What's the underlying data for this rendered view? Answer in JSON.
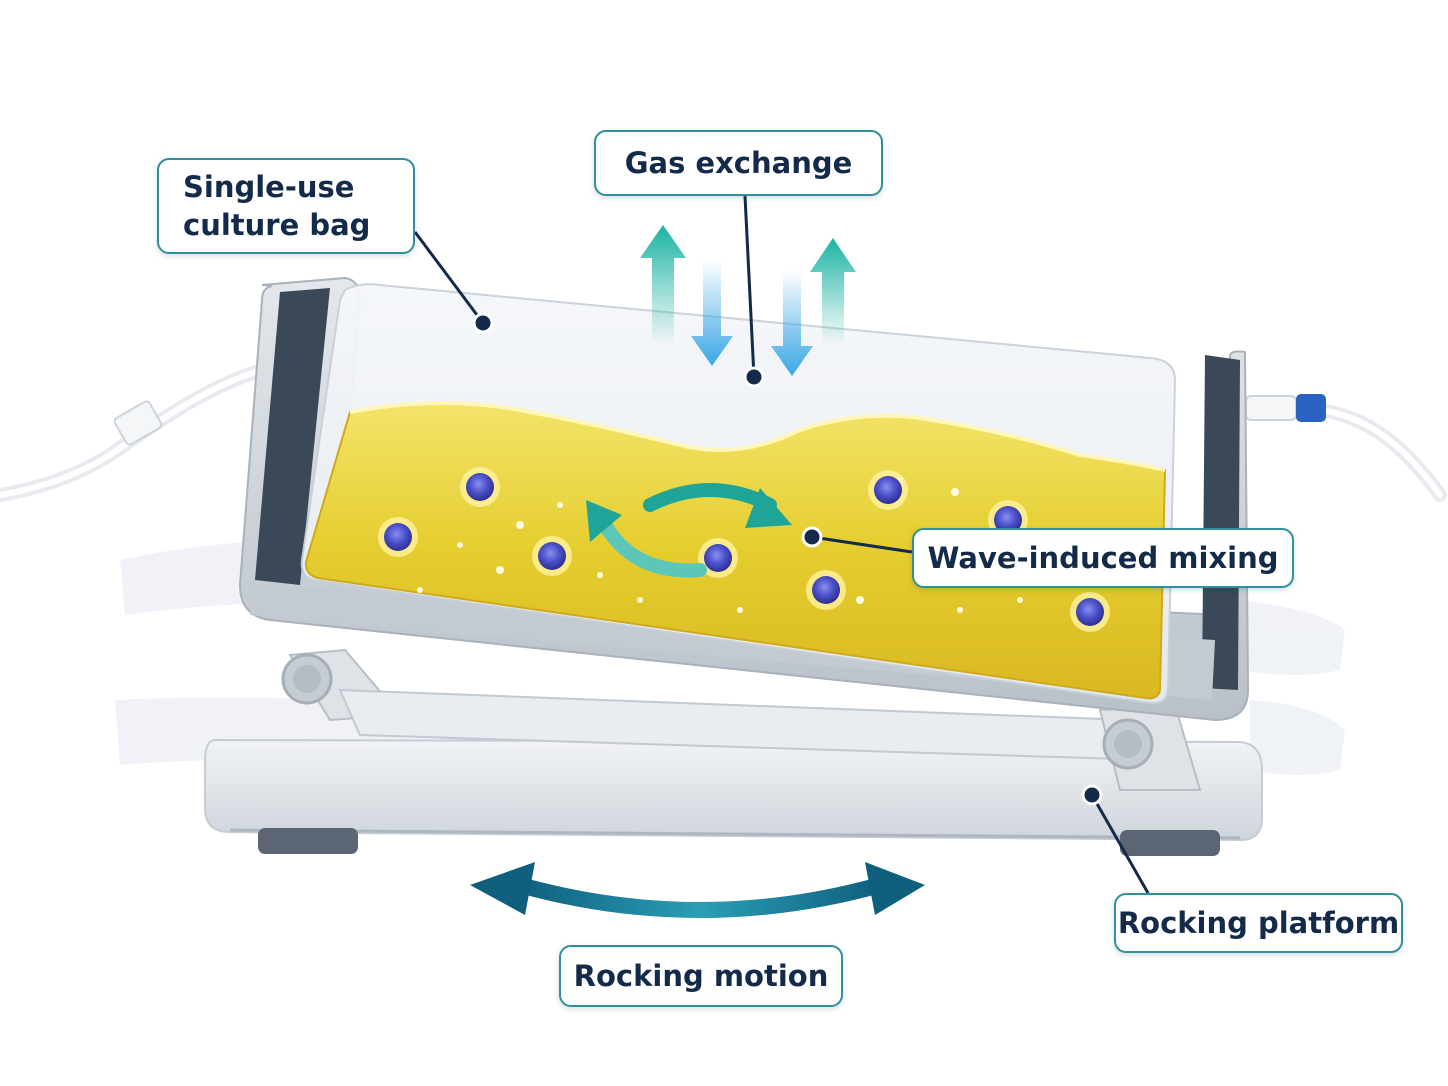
{
  "labels": {
    "culture_bag_line1": "Single-use",
    "culture_bag_line2": "culture bag",
    "gas_exchange": "Gas exchange",
    "wave_mixing": "Wave-induced mixing",
    "rocking_platform": "Rocking platform",
    "rocking_motion": "Rocking motion"
  },
  "colors": {
    "label_border": "#2f8f9d",
    "label_text": "#142a4a",
    "leader_line": "#142a4a",
    "medium_yellow": "#e8d23a",
    "gas_out_teal": "#1bb3a2",
    "gas_in_blue": "#3aa8e6",
    "mixing_arrow": "#1fa598",
    "motion_arrow": "#0f6a86",
    "cell_purple": "#4a4fc8",
    "device_grey": "#d9dde3",
    "device_dark": "#3b4858"
  },
  "icons": [
    "gas-out-arrow-icon",
    "gas-in-arrow-icon",
    "circular-mixing-arrow-icon",
    "double-headed-curved-arrow-icon",
    "cell-icon"
  ]
}
